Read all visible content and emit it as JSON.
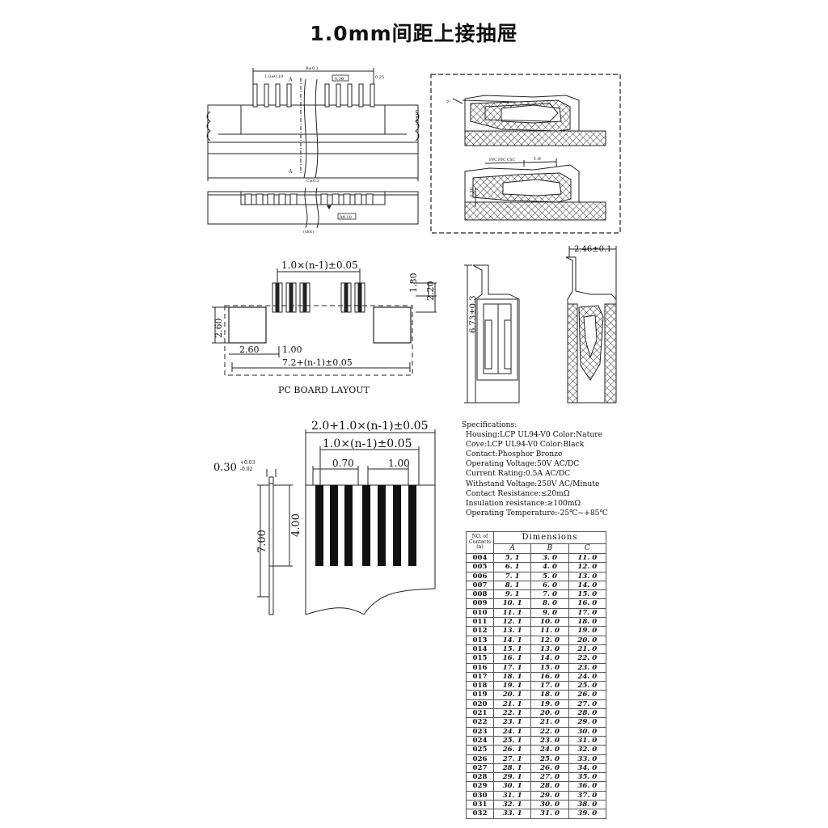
{
  "title": "1.0mm间距上接抽屉",
  "top_view": {
    "dim_b": "B±0.1",
    "dim_pitch": "1.0±0.10",
    "dim_pin": "0.30",
    "dim_pin_w": "0.25",
    "dim_h": "1.1±0.1",
    "dim_c": "C±0.3",
    "section_a": "A",
    "dim_slot": "A0.10",
    "slot": "(slot)"
  },
  "section_view": {
    "angle": "7°",
    "fpc_label": "FPC FPC CSC",
    "dim_16": "1.6",
    "dim_030": "0.30"
  },
  "pcb_layout": {
    "dim_top": "1.0×(n-1)±0.05",
    "dim_180": "1.80",
    "dim_220": "2.20",
    "dim_260_v": "2.60",
    "dim_260_h": "2.60",
    "dim_100": "1.00",
    "dim_total": "7.2+(n-1)±0.05",
    "caption": "PC BOARD LAYOUT"
  },
  "side_view": {
    "dim_height": "6.73±0.3",
    "dim_width": "2.46±0.1"
  },
  "fpc": {
    "dim_total": "2.0+1.0×(n-1)±0.05",
    "dim_pitch": "1.0×(n-1)±0.05",
    "dim_070": "0.70",
    "dim_100": "1.00",
    "thickness": "0.30",
    "tol_plus": "+0.03",
    "tol_minus": "-0.02",
    "dim_700": "7.00",
    "dim_400": "4.00"
  },
  "specifications": {
    "header": "Specifications:",
    "lines": [
      "Housing:LCP UL94-V0 Color:Nature",
      "Cove:LCP UL94-V0 Color:Black",
      "Contact:Phosphor Bronze",
      "Operating Voltage:50V AC/DC",
      "Current Rating:0.5A AC/DC",
      "Withstand Voltage:250V AC/Minute",
      "Contact Resistance:≤20mΩ",
      "Insulation resistance:≥100mΩ",
      "Operating Temperature:-25℃~+85℃"
    ]
  },
  "dimensions_table": {
    "no_header": [
      "NO. of",
      "Contacts",
      "(n)"
    ],
    "title": "Dimensions",
    "columns": [
      "A",
      "B",
      "C"
    ],
    "rows": [
      [
        "004",
        "5. 1",
        "3. 0",
        "11. 0"
      ],
      [
        "005",
        "6. 1",
        "4. 0",
        "12. 0"
      ],
      [
        "006",
        "7. 1",
        "5. 0",
        "13. 0"
      ],
      [
        "007",
        "8. 1",
        "6. 0",
        "14. 0"
      ],
      [
        "008",
        "9. 1",
        "7. 0",
        "15. 0"
      ],
      [
        "009",
        "10. 1",
        "8. 0",
        "16. 0"
      ],
      [
        "010",
        "11. 1",
        "9. 0",
        "17. 0"
      ],
      [
        "011",
        "12. 1",
        "10. 0",
        "18. 0"
      ],
      [
        "012",
        "13. 1",
        "11. 0",
        "19. 0"
      ],
      [
        "013",
        "14. 1",
        "12. 0",
        "20. 0"
      ],
      [
        "014",
        "15. 1",
        "13. 0",
        "21. 0"
      ],
      [
        "015",
        "16. 1",
        "14. 0",
        "22. 0"
      ],
      [
        "016",
        "17. 1",
        "15. 0",
        "23. 0"
      ],
      [
        "017",
        "18. 1",
        "16. 0",
        "24. 0"
      ],
      [
        "018",
        "19. 1",
        "17. 0",
        "25. 0"
      ],
      [
        "019",
        "20. 1",
        "18. 0",
        "26. 0"
      ],
      [
        "020",
        "21. 1",
        "19. 0",
        "27. 0"
      ],
      [
        "021",
        "22. 1",
        "20. 0",
        "28. 0"
      ],
      [
        "022",
        "23. 1",
        "21. 0",
        "29. 0"
      ],
      [
        "023",
        "24. 1",
        "22. 0",
        "30. 0"
      ],
      [
        "024",
        "25. 1",
        "23. 0",
        "31. 0"
      ],
      [
        "025",
        "26. 1",
        "24. 0",
        "32. 0"
      ],
      [
        "026",
        "27. 1",
        "25. 0",
        "33. 0"
      ],
      [
        "027",
        "28. 1",
        "26. 0",
        "34. 0"
      ],
      [
        "028",
        "29. 1",
        "27. 0",
        "35. 0"
      ],
      [
        "029",
        "30. 1",
        "28. 0",
        "36. 0"
      ],
      [
        "030",
        "31. 1",
        "29. 0",
        "37. 0"
      ],
      [
        "031",
        "32. 1",
        "30. 0",
        "38. 0"
      ],
      [
        "032",
        "33. 1",
        "31. 0",
        "39. 0"
      ]
    ]
  }
}
